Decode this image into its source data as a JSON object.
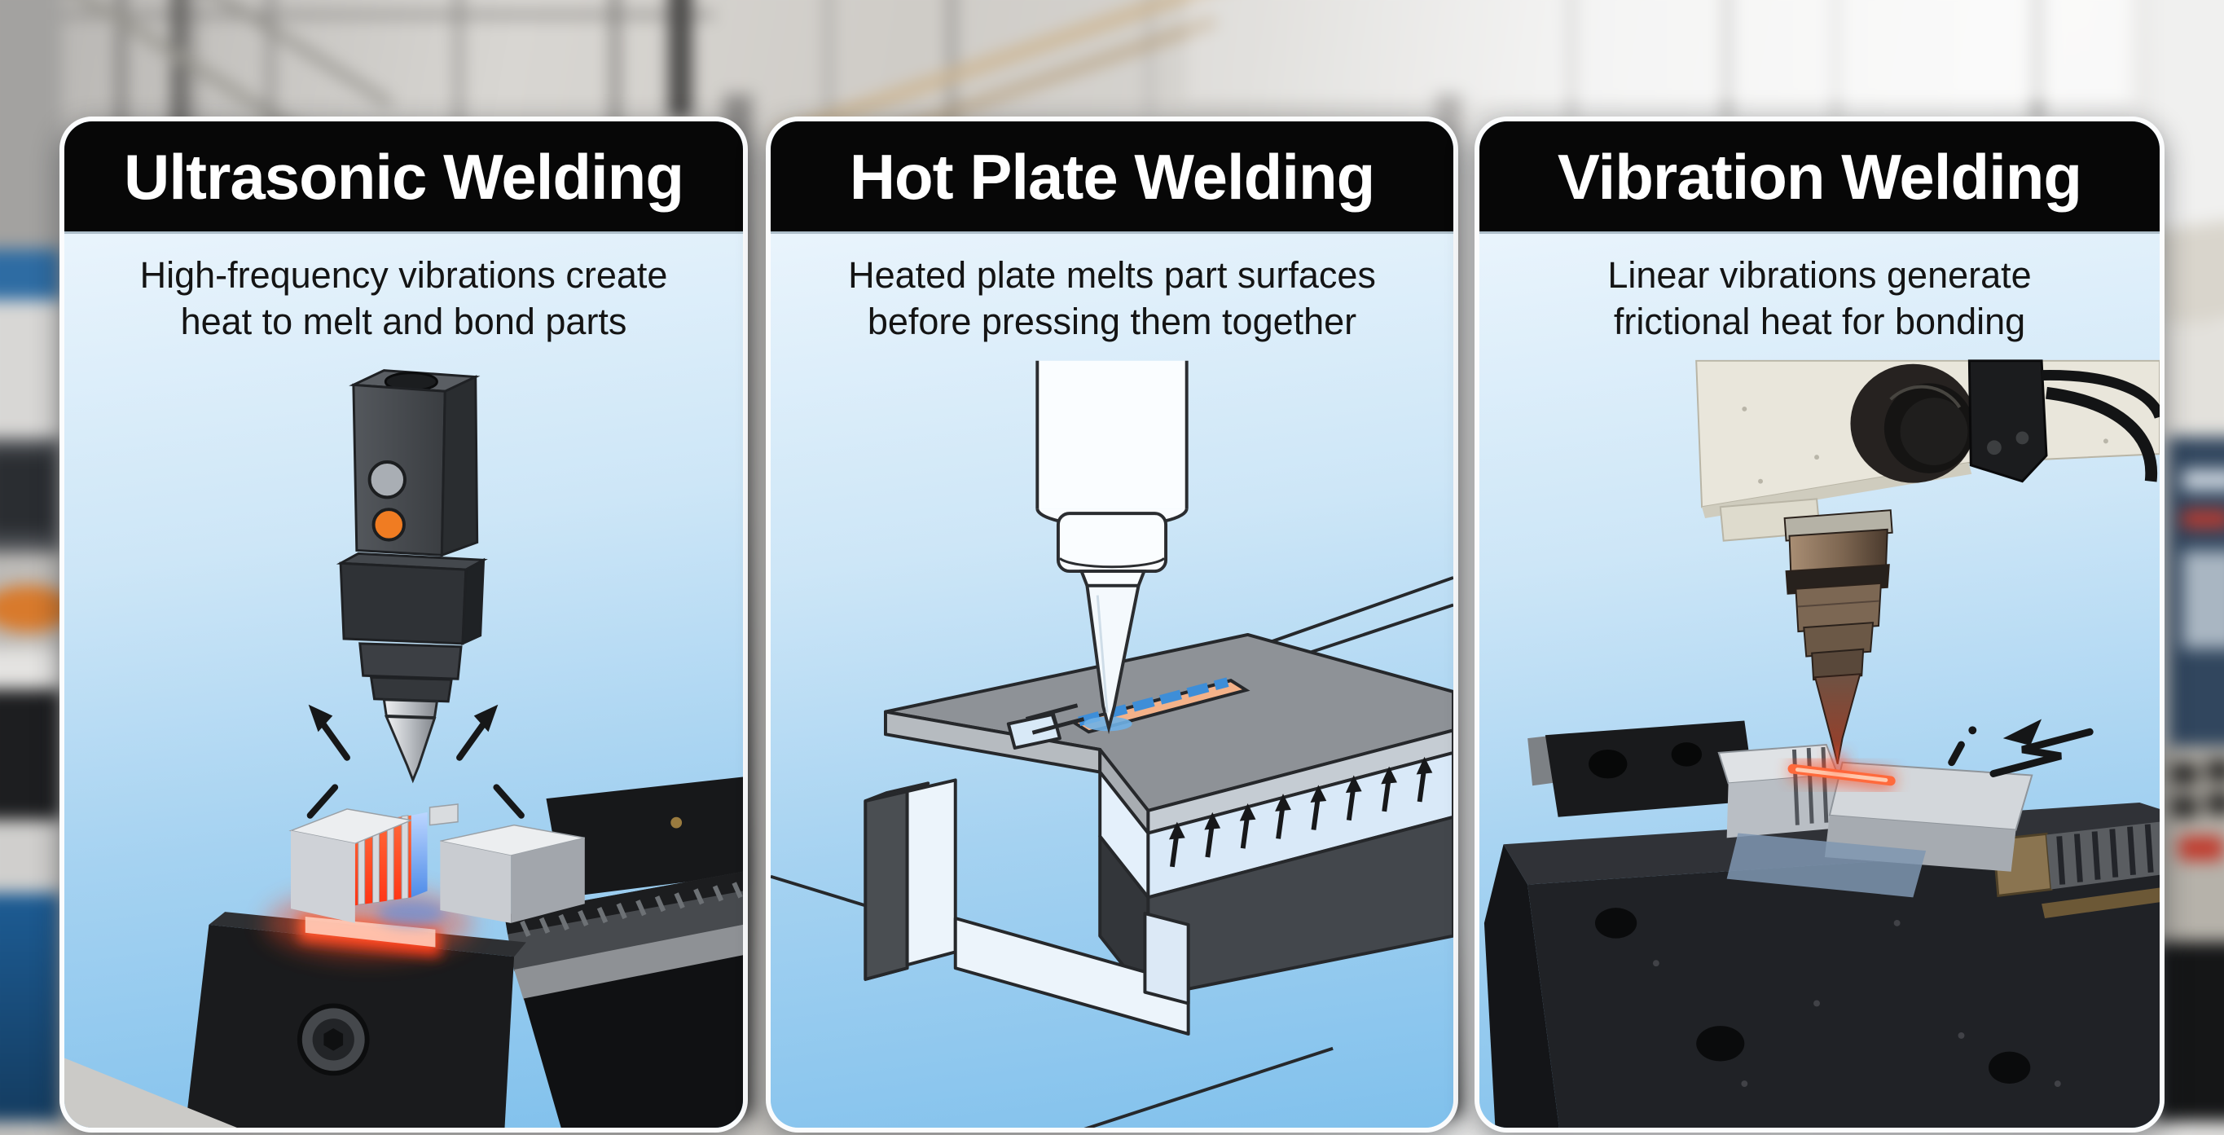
{
  "panels": [
    {
      "id": "ultrasonic-welding",
      "title": "Ultrasonic Welding",
      "description": [
        "High-frequency vibrations create",
        "heat to melt and bond parts"
      ],
      "illustration_alt": "Ultrasonic sonotrode with orange button pressing two clamped metal parts; red and blue weld glow; outward vibration arrows; black vise and linear rail"
    },
    {
      "id": "hot-plate-welding",
      "title": "Hot Plate Welding",
      "description": [
        "Heated plate melts part surfaces",
        "before pressing them together"
      ],
      "illustration_alt": "Line diagram: tool cone over gray plate with heated orange insert strip and blue segments, C-clamp, upward pressure arrows between layers"
    },
    {
      "id": "vibration-welding",
      "title": "Vibration Welding",
      "description": [
        "Linear vibrations generate",
        "frictional heat for bonding"
      ],
      "illustration_alt": "Vibration welding head with black knob and tapered spindle over vise-clamped parts; glowing red friction seam and zigzag motion symbol"
    }
  ],
  "icons": {
    "vibration_arrows": "↖ ↗",
    "pressure_arrows": "↑↑↑↑↑↑↑↑",
    "vibration_zigzag": "↯"
  },
  "colors": {
    "title_bar_bg": "#070707",
    "title_text": "#ffffff",
    "description_text": "#141414",
    "panel_border": "#fbfcfd",
    "panel_sky_top": "#e9f4fc",
    "panel_sky_bottom": "#7fc0ec",
    "accent_orange_button": "#f07c22",
    "weld_glow_red": "#ff4a22",
    "weld_glow_blue": "#4f8ce8",
    "hot_plate_strip_orange": "#f4b289",
    "hot_plate_strip_blue": "#3e8ed8",
    "line_art_outline": "#26282b",
    "machine_cream": "#e9e6db",
    "metal_silver": "#d6d9dd",
    "vise_black": "#1a1b1d"
  }
}
